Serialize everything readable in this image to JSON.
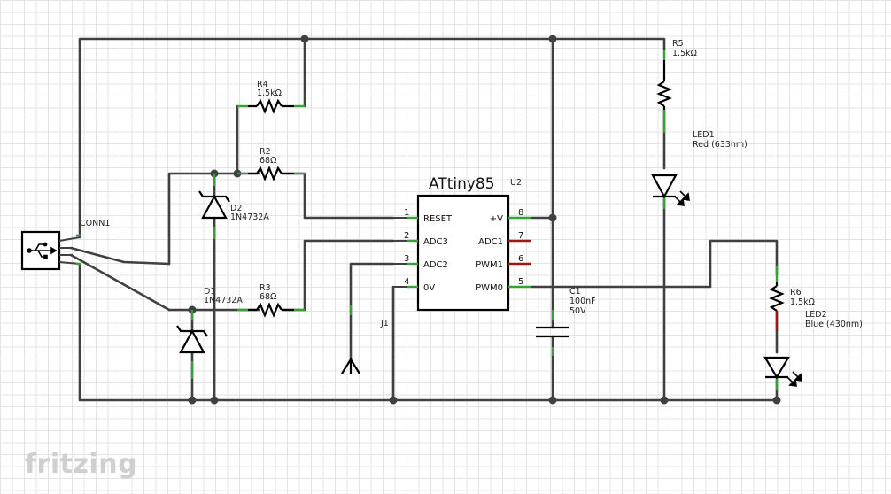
{
  "ic": {
    "name": "ATtiny85",
    "ref": "U2",
    "left_pins": [
      {
        "num": "1",
        "label": "RESET"
      },
      {
        "num": "2",
        "label": "ADC3"
      },
      {
        "num": "3",
        "label": "ADC2"
      },
      {
        "num": "4",
        "label": "0V"
      }
    ],
    "right_pins": [
      {
        "num": "8",
        "label": "+V"
      },
      {
        "num": "7",
        "label": "ADC1"
      },
      {
        "num": "6",
        "label": "PWM1"
      },
      {
        "num": "5",
        "label": "PWM0"
      }
    ]
  },
  "components": {
    "r4": {
      "ref": "R4",
      "value": "1.5kΩ"
    },
    "r2": {
      "ref": "R2",
      "value": "68Ω"
    },
    "r3": {
      "ref": "R3",
      "value": "68Ω"
    },
    "r5": {
      "ref": "R5",
      "value": "1.5kΩ"
    },
    "r6": {
      "ref": "R6",
      "value": "1.5kΩ"
    },
    "d1": {
      "ref": "D1",
      "value": "1N4732A"
    },
    "d2": {
      "ref": "D2",
      "value": "1N4732A"
    },
    "c1": {
      "ref": "C1",
      "value": "100nF",
      "rating": "50V"
    },
    "led1": {
      "ref": "LED1",
      "value": "Red (633nm)"
    },
    "led2": {
      "ref": "LED2",
      "value": "Blue (430nm)"
    },
    "conn1": {
      "ref": "CONN1",
      "icon": "usb-icon"
    },
    "j1": {
      "ref": "J1",
      "icon": "antenna-icon"
    }
  },
  "watermark": "fritzing",
  "colors": {
    "wire": "#404040",
    "connected_pin": "#35a235",
    "unconnected_pin": "#a01515",
    "grid": "#e3e3e3",
    "watermark": "#cfcfcf"
  }
}
